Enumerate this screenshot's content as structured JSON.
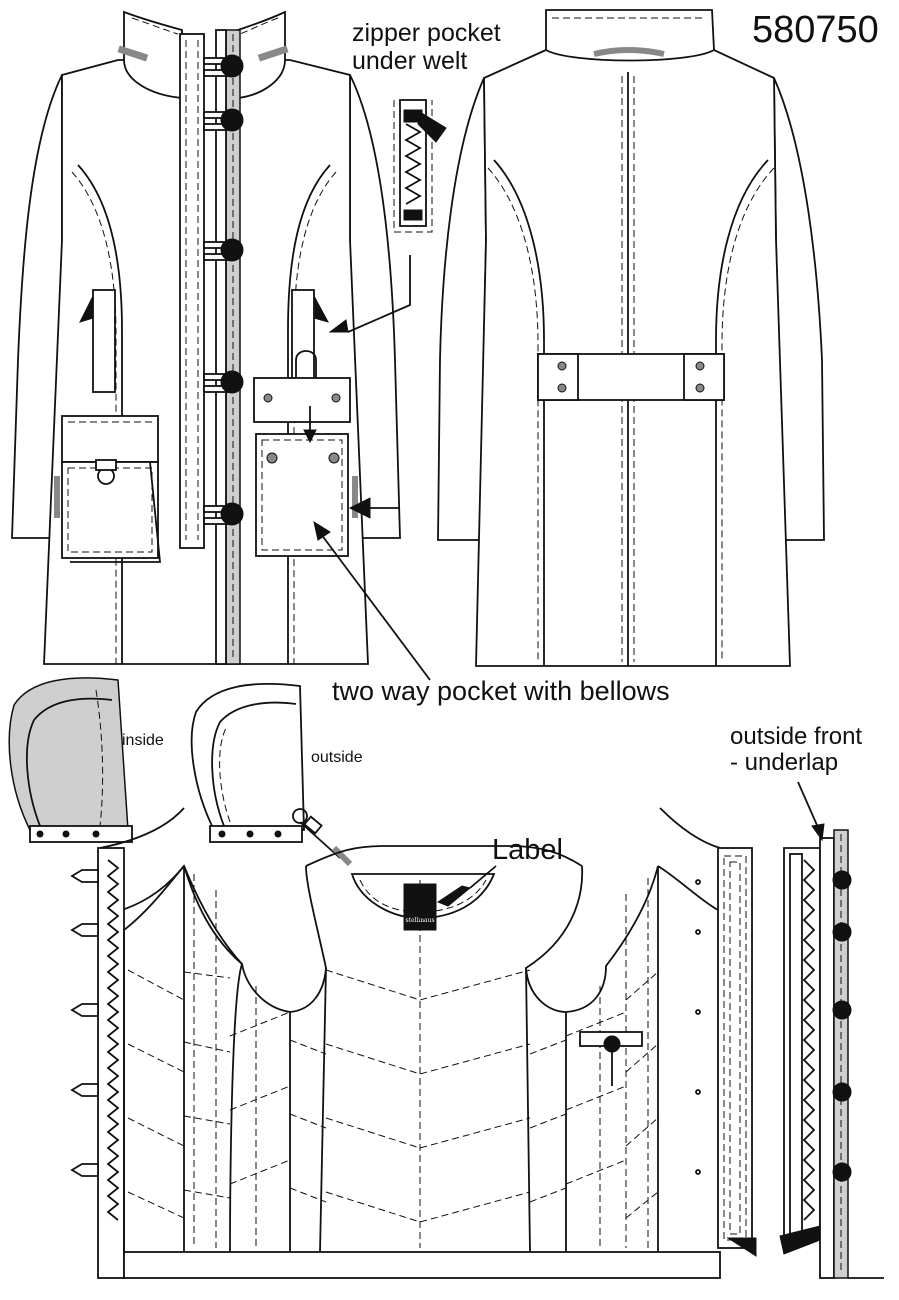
{
  "style_number": "580750",
  "callouts": {
    "zipper_pocket": [
      "zipper pocket",
      "under welt"
    ],
    "two_way_pocket": "two way pocket with bellows",
    "hood_inside": "inside",
    "hood_outside": "outside",
    "outside_front": [
      "outside front",
      "- underlap"
    ],
    "label": "Label"
  },
  "brand_tag_text": "stellmaus",
  "colors": {
    "line": "#111111",
    "lining_fill": "#cfcfcf",
    "background": "#ffffff"
  }
}
